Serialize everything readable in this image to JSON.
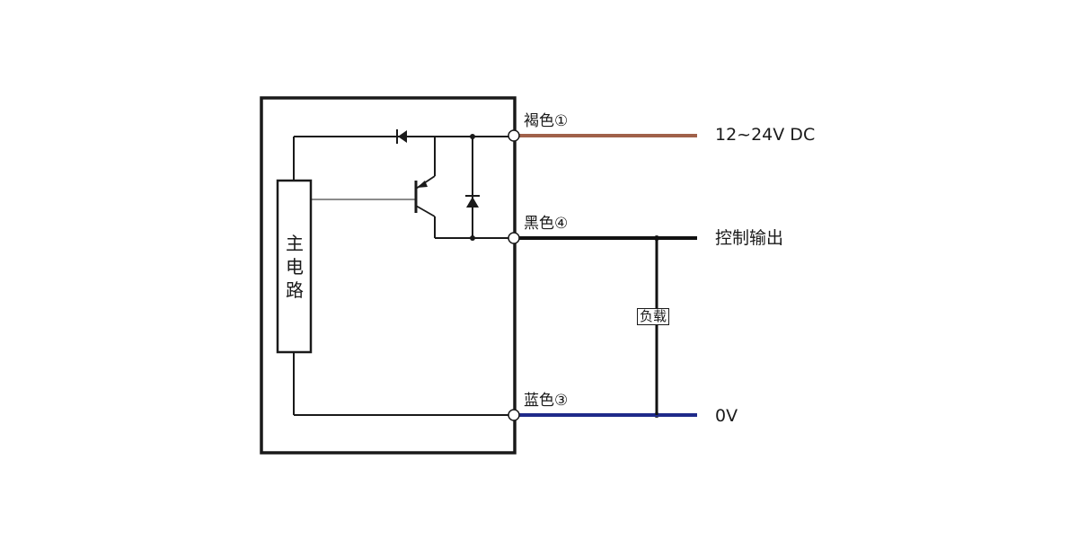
{
  "diagram": {
    "main_circuit_label": "主电路",
    "load_label": "负载",
    "wires": [
      {
        "id": "brown",
        "label": "褐色①",
        "color": "#a0614a",
        "terminal": "12~24V DC"
      },
      {
        "id": "black",
        "label": "黑色④",
        "color": "#111111",
        "terminal": "控制输出"
      },
      {
        "id": "blue",
        "label": "蓝色③",
        "color": "#1f2a8a",
        "terminal": "0V"
      }
    ]
  }
}
